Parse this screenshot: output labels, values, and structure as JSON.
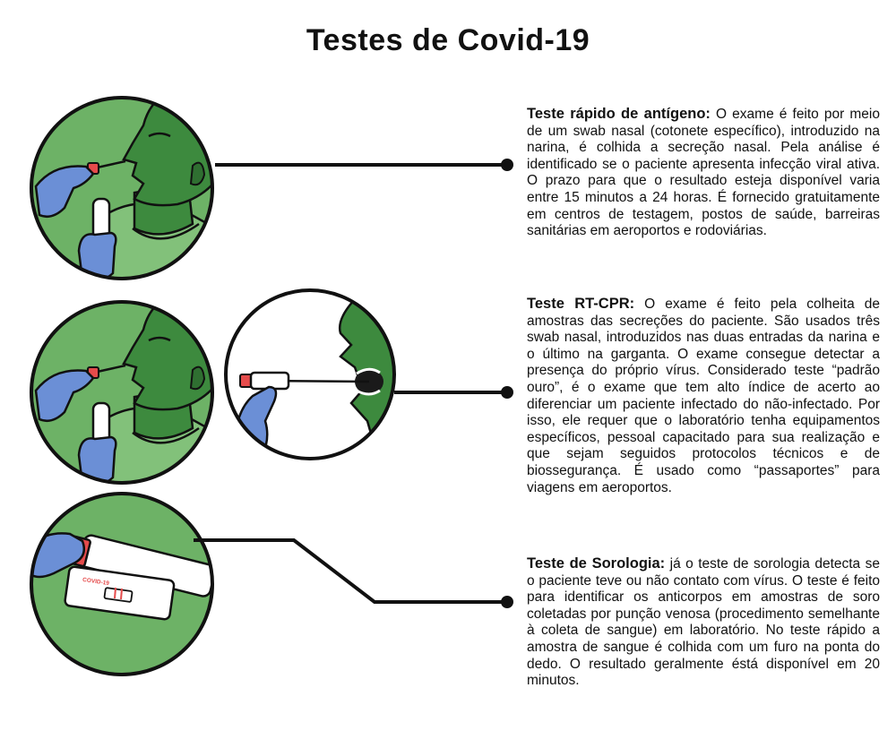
{
  "title": "Testes de Covid-19",
  "colors": {
    "circle_fill": "#6db266",
    "face_dark": "#3d8a3e",
    "shirt": "#82c17a",
    "glove": "#6b8fd6",
    "swab_tip": "#e54b4b",
    "outline": "#111111"
  },
  "icons": [
    "nasal-swab-icon",
    "throat-swab-icon",
    "rapid-test-cassette-icon"
  ],
  "cassette_label": "COVID-19",
  "tests": [
    {
      "heading": "Teste rápido de antígeno:",
      "text": " O exame é feito por meio de um swab nasal (cotonete específico), introduzido na narina, é colhida a secreção nasal. Pela análise é identificado se o paciente apresenta infecção viral ativa. O prazo para que o resultado esteja disponível varia entre 15 minutos a 24 horas. É fornecido gratuitamente em centros de testagem, postos de saúde, barreiras sanitárias em aeroportos e rodoviárias."
    },
    {
      "heading": "Teste RT-CPR:",
      "text": " O exame é feito pela colheita de amostras das secreções do paciente. São usados três swab nasal, introduzidos nas duas entradas da narina e o último na garganta. O exame consegue detectar a presença do próprio vírus. Considerado teste “padrão ouro”, é o exame que tem alto índice de acerto ao diferenciar um paciente infectado do não-infectado. Por isso, ele requer que o laboratório tenha equipamentos específicos, pessoal capacitado para sua realização e que sejam seguidos protocolos técnicos e de biossegurança. É usado como “passaportes” para viagens em aeroportos."
    },
    {
      "heading": "Teste de Sorologia:",
      "text": " já o teste de sorologia detecta se o paciente teve ou não contato com vírus. O teste é feito para identificar os anticorpos em amostras de soro coletadas por punção venosa (procedimento semelhante à coleta de sangue) em laboratório. No teste rápido a amostra de sangue é colhida com um furo na ponta do dedo. O resultado geralmente éstá disponível em 20 minutos."
    }
  ]
}
